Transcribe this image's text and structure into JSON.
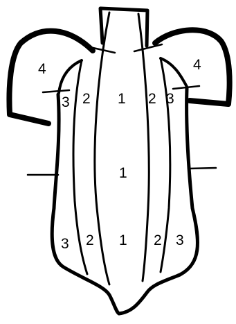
{
  "diagram": {
    "labels": {
      "left_shoulder": "4",
      "right_shoulder": "4",
      "upper_left_3": "3",
      "upper_left_2": "2",
      "upper_center_1": "1",
      "upper_right_2": "2",
      "upper_right_3": "3",
      "middle_center_1": "1",
      "lower_left_3": "3",
      "lower_left_2": "2",
      "lower_center_1": "1",
      "lower_right_2": "2",
      "lower_right_3": "3"
    },
    "colors": {
      "ink": "#000000",
      "paper": "#ffffff"
    }
  }
}
